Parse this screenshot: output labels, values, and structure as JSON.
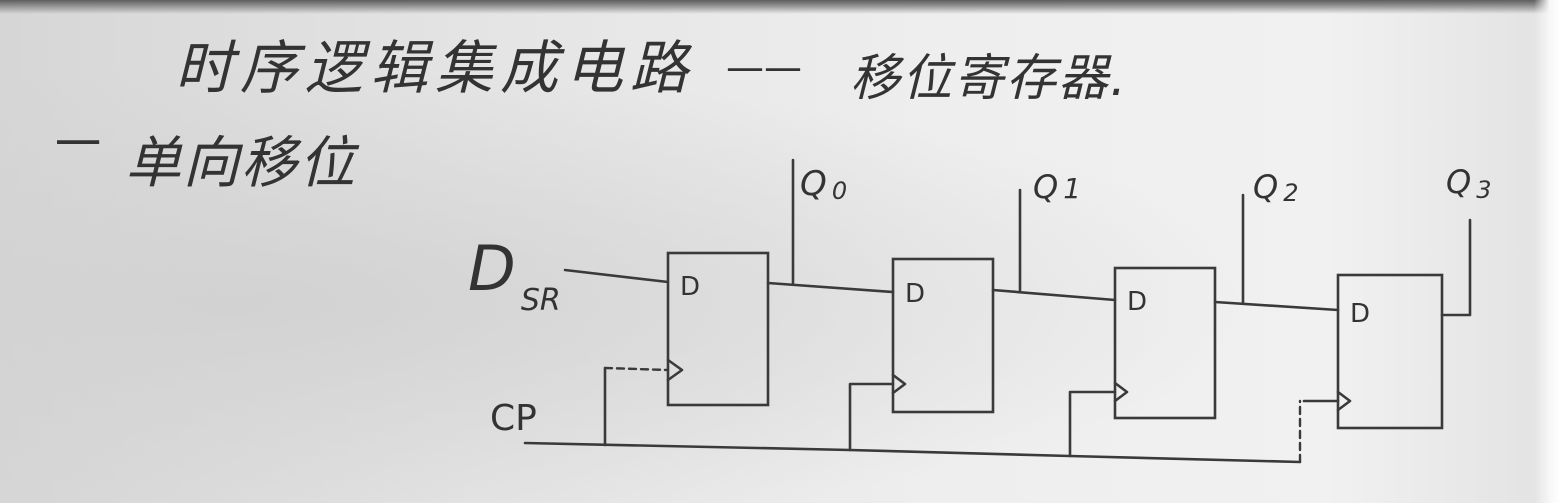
{
  "heading": {
    "title": "时序逻辑集成电路",
    "dash": "——",
    "subject": "移位寄存器."
  },
  "section": {
    "marker": "一",
    "title": "单向移位"
  },
  "circuit": {
    "serial_input": {
      "main": "D",
      "sub": "SR"
    },
    "clock": "CP",
    "flip_flops": [
      {
        "input": "D",
        "output": {
          "main": "Q",
          "sub": "0"
        }
      },
      {
        "input": "D",
        "output": {
          "main": "Q",
          "sub": "1"
        }
      },
      {
        "input": "D",
        "output": {
          "main": "Q",
          "sub": "2"
        }
      },
      {
        "input": "D",
        "output": {
          "main": "Q",
          "sub": "3"
        }
      }
    ]
  },
  "colors": {
    "ink": "#363636",
    "board": "#ececec"
  }
}
